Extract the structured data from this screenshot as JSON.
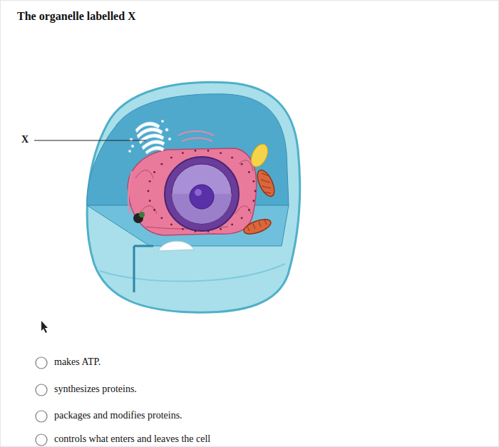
{
  "diagram": {
    "title": "The organelle labelled X",
    "labels": [
      "X",
      "makes ATP.",
      "synthesizes proteins.",
      "packages and modifies proteins.",
      "controls what enters and leaves the cell"
    ]
  }
}
